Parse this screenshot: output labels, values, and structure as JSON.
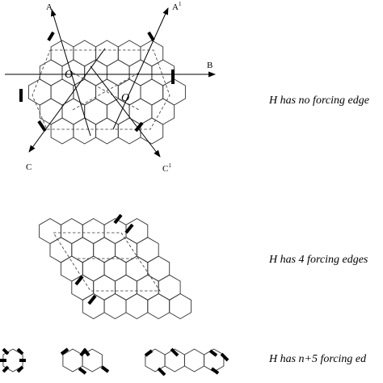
{
  "panels": [
    {
      "caption": "H has no forcing edge",
      "axes": [
        {
          "label": "A",
          "angle_deg": -112
        },
        {
          "label": "A",
          "sup": "1",
          "angle_deg": -58
        },
        {
          "label": "B",
          "angle_deg": 0
        },
        {
          "label": "C",
          "angle_deg": 117
        },
        {
          "label": "C",
          "sup": "1",
          "angle_deg": 60
        }
      ],
      "centers": [
        "O",
        "O"
      ]
    },
    {
      "caption": "H has 4 forcing edges"
    },
    {
      "caption": "H has n+5 forcing ed"
    }
  ]
}
